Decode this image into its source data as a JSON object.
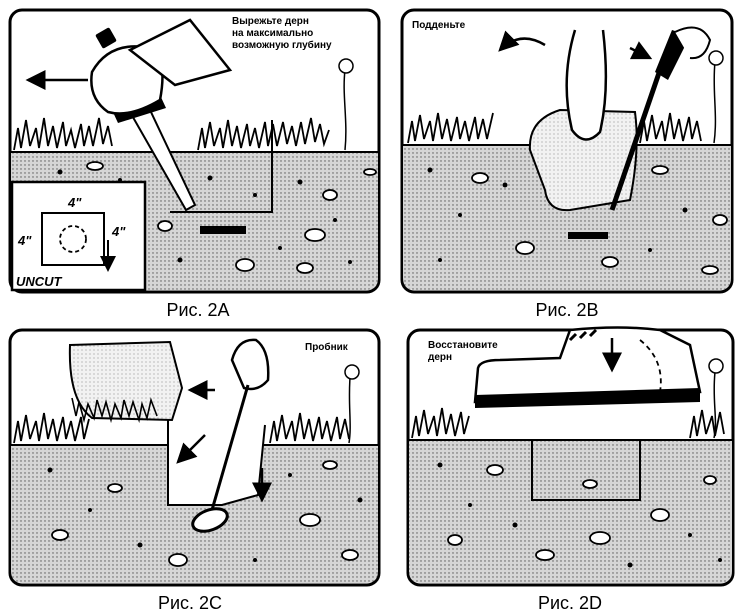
{
  "panels": {
    "a": {
      "note_lines": [
        "Вырежьте дерн",
        "на максимально",
        "возможную глубину"
      ],
      "caption": "Рис. 2A",
      "inset": {
        "top": "4\"",
        "left": "4\"",
        "right": "4\"",
        "bottom": "UNCUT"
      }
    },
    "b": {
      "note": "Подденьте",
      "caption": "Рис. 2B"
    },
    "c": {
      "note": "Пробник",
      "caption": "Рис. 2C"
    },
    "d": {
      "note_lines": [
        "Восстановите",
        "дерн"
      ],
      "caption": "Рис. 2D"
    }
  },
  "colors": {
    "ink": "#000000",
    "soil": "#d6d6d6",
    "sky": "#ffffff"
  }
}
